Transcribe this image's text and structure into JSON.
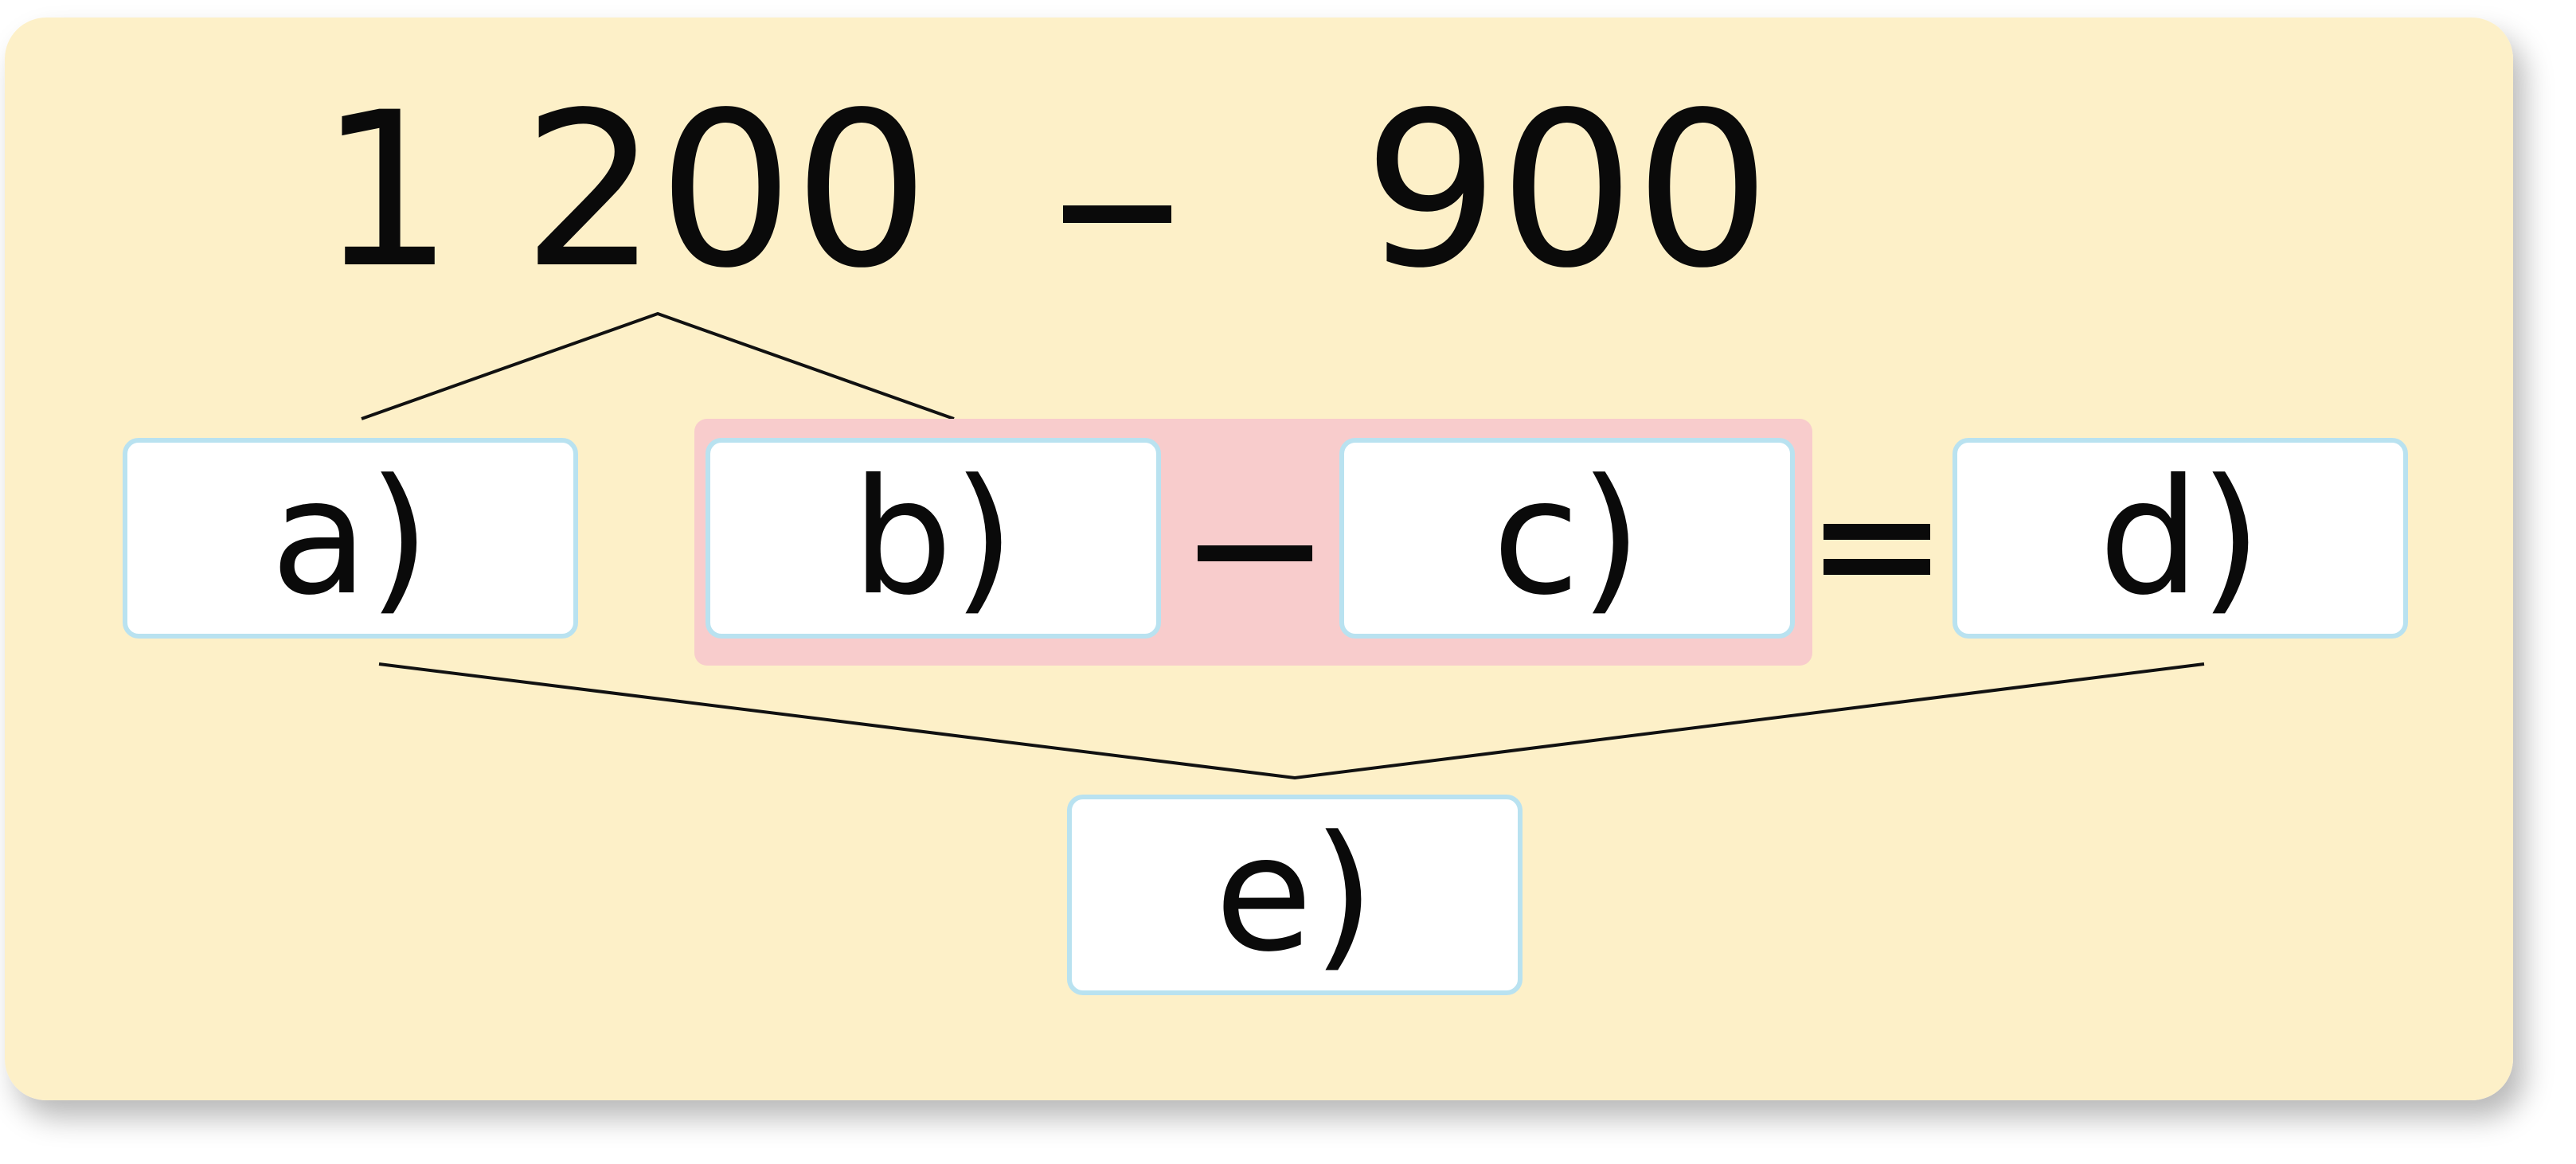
{
  "expression": {
    "left_number": "1 200",
    "operator": "−",
    "right_number": "900"
  },
  "equation": {
    "boxes": [
      {
        "id": "a",
        "label": "a)"
      },
      {
        "id": "b",
        "label": "b)"
      },
      {
        "id": "c",
        "label": "c)"
      },
      {
        "id": "d",
        "label": "d)"
      },
      {
        "id": "e",
        "label": "e)"
      }
    ],
    "minus_sign": "−",
    "equals_sign": "="
  },
  "colors": {
    "card_background": "#fdf0c8",
    "highlight_background": "#f8cccc",
    "box_border": "#b9e2f0",
    "box_fill": "#ffffff",
    "text": "#0a0a0a",
    "line": "#111111"
  }
}
